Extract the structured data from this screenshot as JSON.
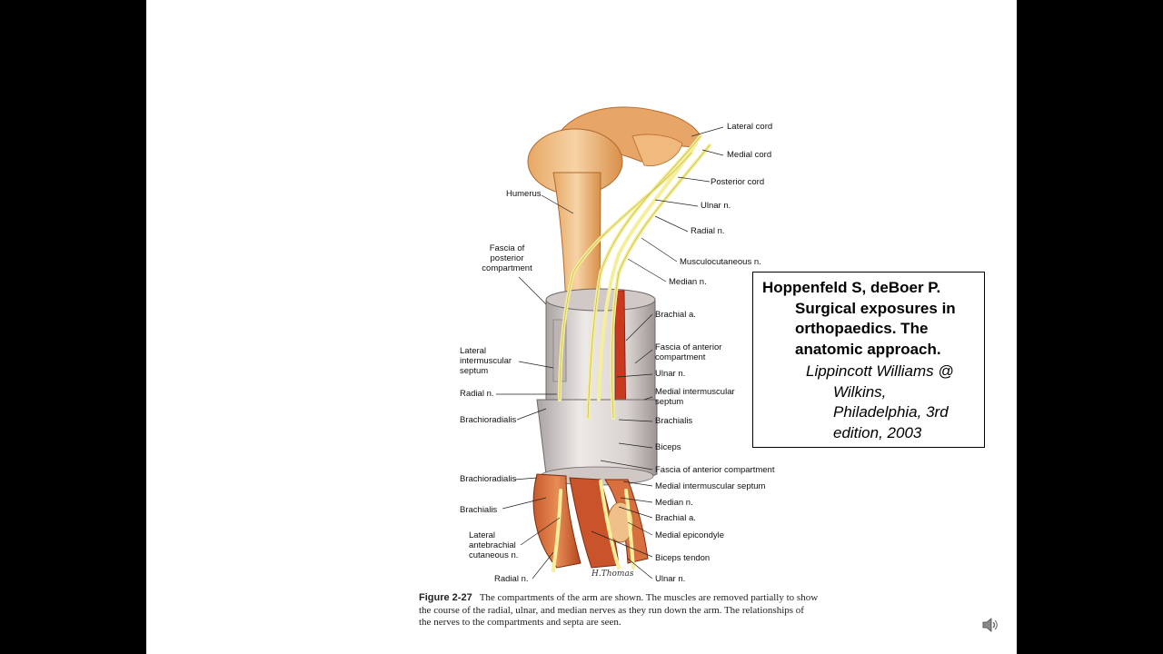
{
  "figure": {
    "labels": {
      "lateral_cord": "Lateral cord",
      "medial_cord": "Medial cord",
      "posterior_cord": "Posterior cord",
      "humerus": "Humerus",
      "ulnar_n_top": "Ulnar n.",
      "radial_n_top": "Radial n.",
      "fascia_posterior": "Fascia of posterior compartment",
      "musculocutaneous": "Musculocutaneous n.",
      "median_n_top": "Median n.",
      "brachial_a_top": "Brachial a.",
      "lateral_intermuscular": "Lateral intermuscular septum",
      "fascia_anterior_top": "Fascia of anterior compartment",
      "ulnar_n_mid": "Ulnar n.",
      "radial_n_mid": "Radial n.",
      "medial_intermuscular_top": "Medial intermuscular septum",
      "brachioradialis_top": "Brachioradialis",
      "brachialis_top": "Brachialis",
      "biceps": "Biceps",
      "fascia_anterior_bottom": "Fascia of anterior compartment",
      "brachioradialis_bottom": "Brachioradialis",
      "medial_intermuscular_bottom": "Medial intermuscular septum",
      "median_n_bottom": "Median n.",
      "brachialis_bottom": "Brachialis",
      "brachial_a_bottom": "Brachial a.",
      "lateral_antebrachial": "Lateral antebrachial cutaneous n.",
      "medial_epicondyle": "Medial epicondyle",
      "biceps_tendon": "Biceps tendon",
      "radial_n_bottom": "Radial n.",
      "ulnar_n_bottom": "Ulnar n."
    },
    "signature": "H.Thomas",
    "caption_number": "Figure 2-27",
    "caption_text": "The compartments of the arm are shown. The muscles are removed partially to show the course of the radial, ulnar, and median nerves as they run down the arm. The relationships of the nerves to the compartments and septa are seen."
  },
  "reference": {
    "title": "Hoppenfeld S, deBoer P. Surgical exposures in orthopaedics. The anatomic approach.",
    "publisher": "Lippincott Williams @ Wilkins, Philadelphia, 3rd edition, 2003"
  },
  "icons": {
    "audio": "speaker-icon"
  }
}
